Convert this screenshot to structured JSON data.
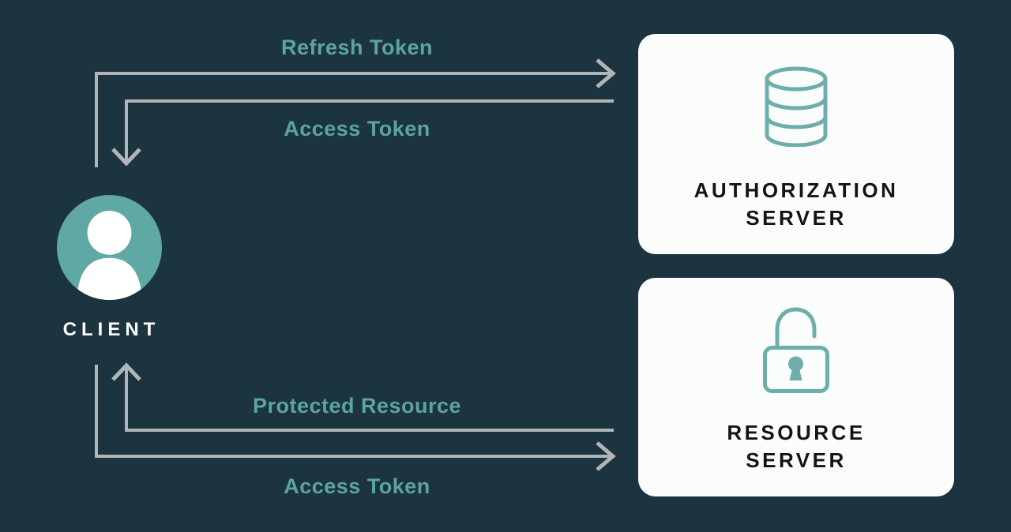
{
  "diagram": {
    "kind": "oauth-token-flow",
    "colors": {
      "background": "#1C3340",
      "arrow_gray": "#B2B5B6",
      "flow_label_teal": "#5CA49F",
      "avatar_teal": "#5FA8A3",
      "icon_teal": "#6EAEAA",
      "card_background": "#FBFDFC",
      "card_text": "#141414",
      "client_label_white": "#FFFFFF"
    },
    "client": {
      "label": "CLIENT",
      "icon": "person-icon"
    },
    "servers": [
      {
        "id": "authorization-server",
        "icon": "database-icon",
        "name_lines": [
          "AUTHORIZATION",
          "SERVER"
        ]
      },
      {
        "id": "resource-server",
        "icon": "lock-open-icon",
        "name_lines": [
          "RESOURCE",
          "SERVER"
        ]
      }
    ],
    "flows": [
      {
        "label": "Refresh Token",
        "from": "client",
        "to": "authorization-server"
      },
      {
        "label": "Access Token",
        "from": "authorization-server",
        "to": "client"
      },
      {
        "label": "Protected Resource",
        "from": "resource-server",
        "to": "client"
      },
      {
        "label": "Access Token",
        "from": "client",
        "to": "resource-server"
      }
    ]
  }
}
